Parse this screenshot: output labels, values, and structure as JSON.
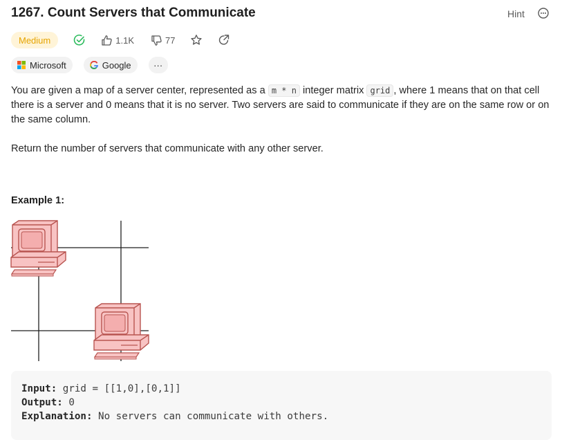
{
  "problem": {
    "title": "1267. Count Servers that Communicate",
    "hint_label": "Hint",
    "difficulty": "Medium",
    "likes": "1.1K",
    "dislikes": "77"
  },
  "companies": [
    {
      "name": "Microsoft",
      "icon": "microsoft-logo"
    },
    {
      "name": "Google",
      "icon": "google-logo"
    }
  ],
  "more_label": "···",
  "description": {
    "p1_a": "You are given a map of a server center, represented as a ",
    "p1_code1": "m * n",
    "p1_b": " integer matrix ",
    "p1_code2": "grid",
    "p1_c": ", where 1 means that on that cell there is a server and 0 means that it is no server. Two servers are said to communicate if they are on the same row or on the same column.",
    "p2": "Return the number of servers that communicate with any other server."
  },
  "example1": {
    "title": "Example 1:",
    "input_label": "Input:",
    "input_value": " grid = [[1,0],[0,1]]",
    "output_label": "Output:",
    "output_value": " 0",
    "explanation_label": "Explanation:",
    "explanation_value": " No servers can communicate with others."
  },
  "colors": {
    "accent_medium": "#e6a400",
    "solved_check": "#2cbb5d",
    "server_fill": "#f8c3c3",
    "server_stroke": "#b85450"
  }
}
